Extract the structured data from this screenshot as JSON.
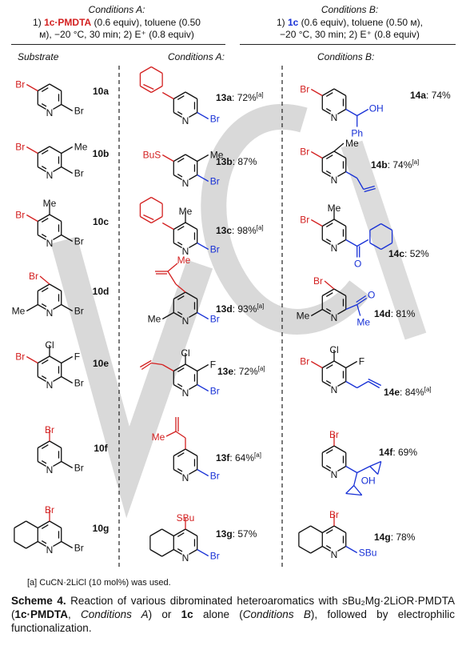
{
  "conditions": {
    "a": {
      "title": "Conditions A:",
      "line1_pre": "1) ",
      "line1_reagent": "1c·PMDTA",
      "line1_post": " (0.6 equiv), toluene (0.50",
      "line2": "м), −20 °C, 30 min; 2) E⁺ (0.8 equiv)"
    },
    "b": {
      "title": "Conditions B:",
      "line1_pre": "1) ",
      "line1_reagent": "1c",
      "line1_post": " (0.6 equiv), toluene (0.50 м),",
      "line2": "−20 °C, 30 min; 2) E⁺ (0.8 equiv)"
    }
  },
  "columns": {
    "substrate": "Substrate",
    "cond_a": "Conditions A:",
    "cond_b": "Conditions B:"
  },
  "rows": [
    {
      "sub": "10a",
      "a_id": "13a",
      "a_yield": ": 72%",
      "a_note": "[a]",
      "b_id": "14a",
      "b_yield": ": 74%",
      "b_note": ""
    },
    {
      "sub": "10b",
      "a_id": "13b",
      "a_yield": ": 87%",
      "a_note": "",
      "b_id": "14b",
      "b_yield": ": 74%",
      "b_note": "[a]"
    },
    {
      "sub": "10c",
      "a_id": "13c",
      "a_yield": ": 98%",
      "a_note": "[a]",
      "b_id": "14c",
      "b_yield": ": 52%",
      "b_note": ""
    },
    {
      "sub": "10d",
      "a_id": "13d",
      "a_yield": ": 93%",
      "a_note": "[a]",
      "b_id": "14d",
      "b_yield": ": 81%",
      "b_note": ""
    },
    {
      "sub": "10e",
      "a_id": "13e",
      "a_yield": ": 72%",
      "a_note": "[a]",
      "b_id": "14e",
      "b_yield": ": 84%",
      "b_note": "[a]"
    },
    {
      "sub": "10f",
      "a_id": "13f",
      "a_yield": ": 64%",
      "a_note": "[a]",
      "b_id": "14f",
      "b_yield": ": 69%",
      "b_note": ""
    },
    {
      "sub": "10g",
      "a_id": "13g",
      "a_yield": ": 57%",
      "a_note": "",
      "b_id": "14g",
      "b_yield": ": 78%",
      "b_note": ""
    }
  ],
  "atoms": {
    "br": "Br",
    "n": "N",
    "me": "Me",
    "cl": "Cl",
    "f": "F",
    "bus": "BuS",
    "sbu": "SBu",
    "oh": "OH",
    "ph": "Ph",
    "o": "O"
  },
  "footnote": "[a] CuCN·2LiCl (10 mol%) was used.",
  "caption": {
    "label": "Scheme 4.",
    "text1": " Reaction of various dibrominated heteroaromatics with ",
    "reagent_italic": "s",
    "reagent": "Bu₂Mg·2LiOR·PMDTA (",
    "reagent_bold": "1c·PMDTA",
    "text2": ", ",
    "cond_a": "Conditions A",
    "text3": ") or ",
    "reagent2_bold": "1c",
    "text4": " alone (",
    "cond_b": "Conditions B",
    "text5": "), followed by electrophilic functionalization."
  },
  "colors": {
    "electrophile_a": "#d32020",
    "electrophile_b": "#1730d6",
    "watermark": "#c8c8c8"
  }
}
